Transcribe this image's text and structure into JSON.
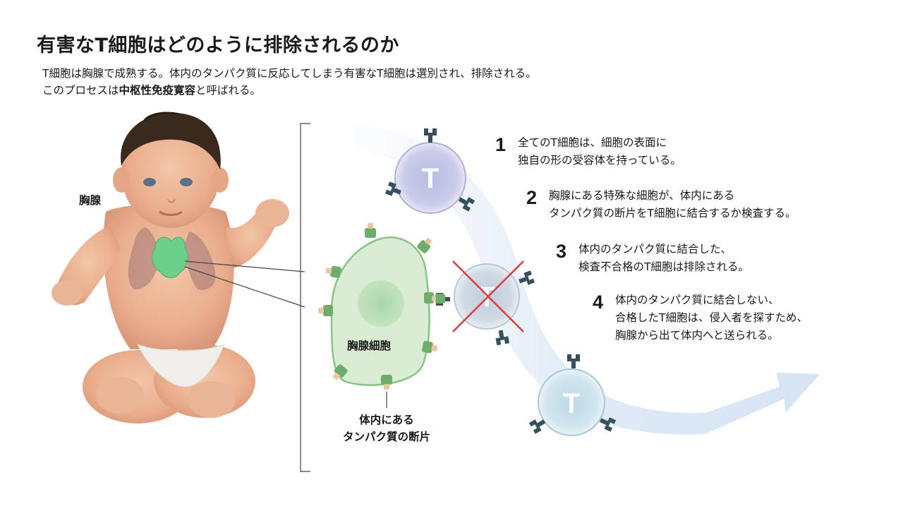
{
  "title": "有害なT細胞はどのように排除されるのか",
  "intro": {
    "line1": "T細胞は胸腺で成熟する。体内のタンパク質に反応してしまう有害なT細胞は選別され、排除される。",
    "line2_prefix": "このプロセスは",
    "line2_bold": "中枢性免疫寛容",
    "line2_suffix": "と呼ばれる。"
  },
  "labels": {
    "thymus": "胸腺",
    "thymus_cell": "胸腺細胞",
    "fragment_line1": "体内にある",
    "fragment_line2": "タンパク質の断片",
    "t_letter": "T"
  },
  "steps": [
    {
      "number": "1",
      "lines": [
        "全てのT細胞は、細胞の表面に",
        "独自の形の受容体を持っている。"
      ]
    },
    {
      "number": "2",
      "lines": [
        "胸腺にある特殊な細胞が、体内にある",
        "タンパク質の断片をT細胞に結合するか検査する。"
      ]
    },
    {
      "number": "3",
      "lines": [
        "体内のタンパク質に結合した、",
        "検査不合格のT細胞は排除される。"
      ]
    },
    {
      "number": "4",
      "lines": [
        "体内のタンパク質に結合しない、",
        "合格したT細胞は、侵入者を探すため、",
        "胸腺から出て体内へと送られる。"
      ]
    }
  ],
  "colors": {
    "thymus_green": "#6ccf8a",
    "thymus_cell_fill": "#d9ecd4",
    "t_cell_purple": "#c6c8e6",
    "t_cell_blue": "#cfe3ee",
    "reject_cross": "#e0393e",
    "arrow": "#dbe8f6"
  }
}
